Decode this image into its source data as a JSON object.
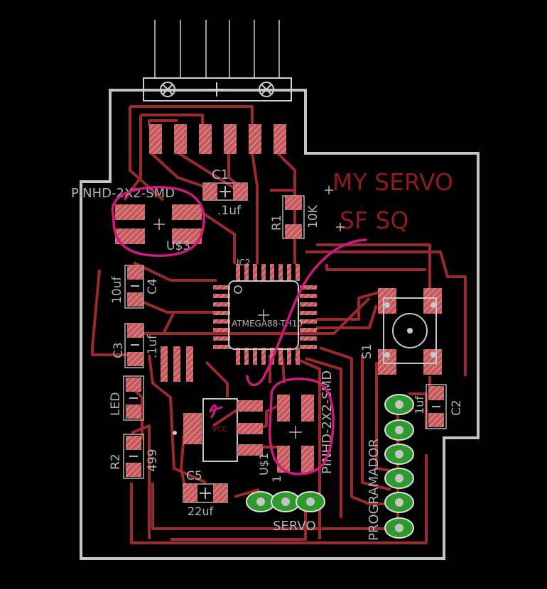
{
  "colors": {
    "background": "#000000",
    "outline": "#c4c4c4",
    "trace": "#9a2a2e",
    "pad": "#c45a5e",
    "pad_hatch": "#e8a0a2",
    "silk": "#b4b4b4",
    "text_red": "#8c1c22",
    "annotation": "#d0197c",
    "via_green": "#2e9a2e"
  },
  "labels": {
    "title_line1": "MY SERVO",
    "title_line2": "SF SQ",
    "c1": "C1",
    "c1_value": ".1uf",
    "r1": "R1",
    "r1_value": "10K",
    "pinhd_top": "PINHD-2X2-SMD",
    "u3": "U$3",
    "ic2": "IC2",
    "ic2_name": "ATMEGA88-TH10",
    "c4": "C4",
    "c4_value": "10uf",
    "c3": "C3",
    "c3_value": ".1uf",
    "led": "LED",
    "r2": "R2",
    "r2_value": "499",
    "c5": "C5",
    "c5_value": "22uf",
    "vcc": "VCC",
    "pinhd_bottom": "PINHD-2X2-SMD",
    "u1": "U$1",
    "u1_value": "1",
    "s1": "S1",
    "c2": "C2",
    "c2_value": "1uf",
    "programador": "PROGRAMADOR",
    "servo": "SERVO"
  }
}
